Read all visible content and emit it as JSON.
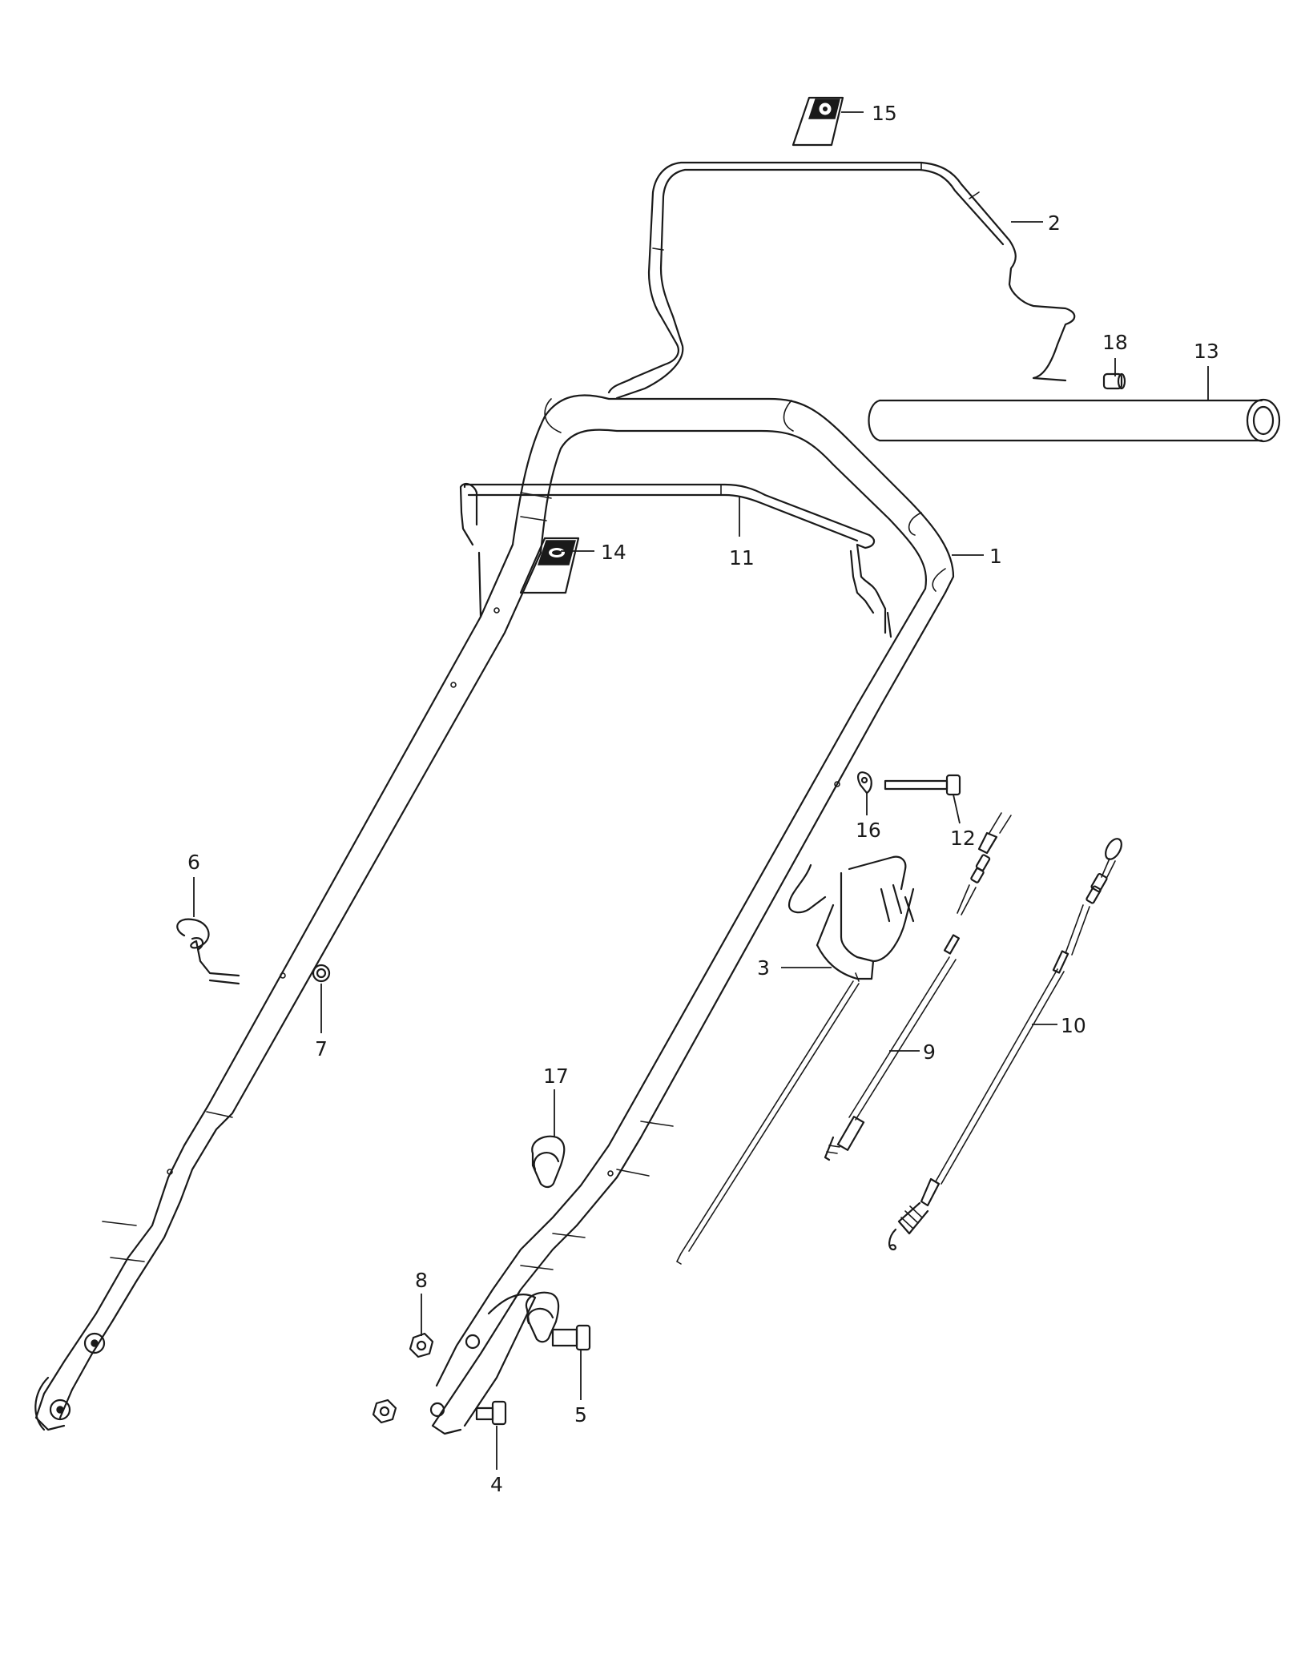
{
  "diagram": {
    "type": "exploded-parts-diagram",
    "callouts": [
      {
        "id": "1",
        "label": "1",
        "part": "lower-handle"
      },
      {
        "id": "2",
        "label": "2",
        "part": "control-bail-upper"
      },
      {
        "id": "3",
        "label": "3",
        "part": "throttle-control"
      },
      {
        "id": "4",
        "label": "4",
        "part": "bolt"
      },
      {
        "id": "5",
        "label": "5",
        "part": "bolt"
      },
      {
        "id": "6",
        "label": "6",
        "part": "pin"
      },
      {
        "id": "7",
        "label": "7",
        "part": "nut"
      },
      {
        "id": "8",
        "label": "8",
        "part": "nut"
      },
      {
        "id": "9",
        "label": "9",
        "part": "cable"
      },
      {
        "id": "10",
        "label": "10",
        "part": "cable"
      },
      {
        "id": "11",
        "label": "11",
        "part": "control-bail-lower"
      },
      {
        "id": "12",
        "label": "12",
        "part": "bolt"
      },
      {
        "id": "13",
        "label": "13",
        "part": "grip"
      },
      {
        "id": "14",
        "label": "14",
        "part": "decal"
      },
      {
        "id": "15",
        "label": "15",
        "part": "decal"
      },
      {
        "id": "16",
        "label": "16",
        "part": "washer"
      },
      {
        "id": "17",
        "label": "17",
        "part": "cable-clip"
      },
      {
        "id": "18",
        "label": "18",
        "part": "cap"
      }
    ]
  }
}
